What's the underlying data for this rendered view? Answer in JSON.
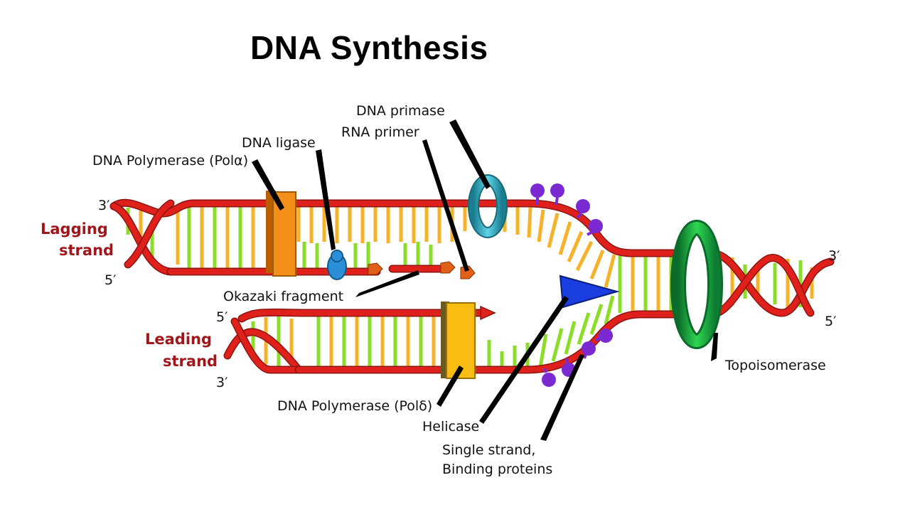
{
  "title": "DNA Synthesis",
  "strands": {
    "lagging": [
      "Lagging",
      "strand"
    ],
    "leading": [
      "Leading",
      "strand"
    ]
  },
  "ends": {
    "lag_top": "3′",
    "lag_bottom": "5′",
    "lead_top": "5′",
    "lead_bottom": "3′",
    "right_top": "3′",
    "right_bottom": "5′"
  },
  "labels": {
    "dna_primase": "DNA primase",
    "rna_primer": "RNA primer",
    "dna_ligase": "DNA ligase",
    "pol_alpha": "DNA Polymerase (Polα)",
    "okazaki": "Okazaki fragment",
    "pol_delta": "DNA Polymerase (Polδ)",
    "helicase": "Helicase",
    "ssb": [
      "Single strand,",
      "Binding proteins"
    ],
    "topoisomerase": "Topoisomerase"
  },
  "colors": {
    "backbone": "#e0201a",
    "backbone_dark": "#8c1410",
    "base_yellow": "#f6b22a",
    "base_green": "#8ddc2a",
    "polymerase_alpha": "#f2901a",
    "polymerase_delta": "#f8bd10",
    "primase": "#2aa6bd",
    "ligase": "#2a8fd6",
    "primer": "#e0601a",
    "helicase": "#1a3ee0",
    "ssb": "#7a2ad0",
    "topoisomerase": "#19b040"
  }
}
